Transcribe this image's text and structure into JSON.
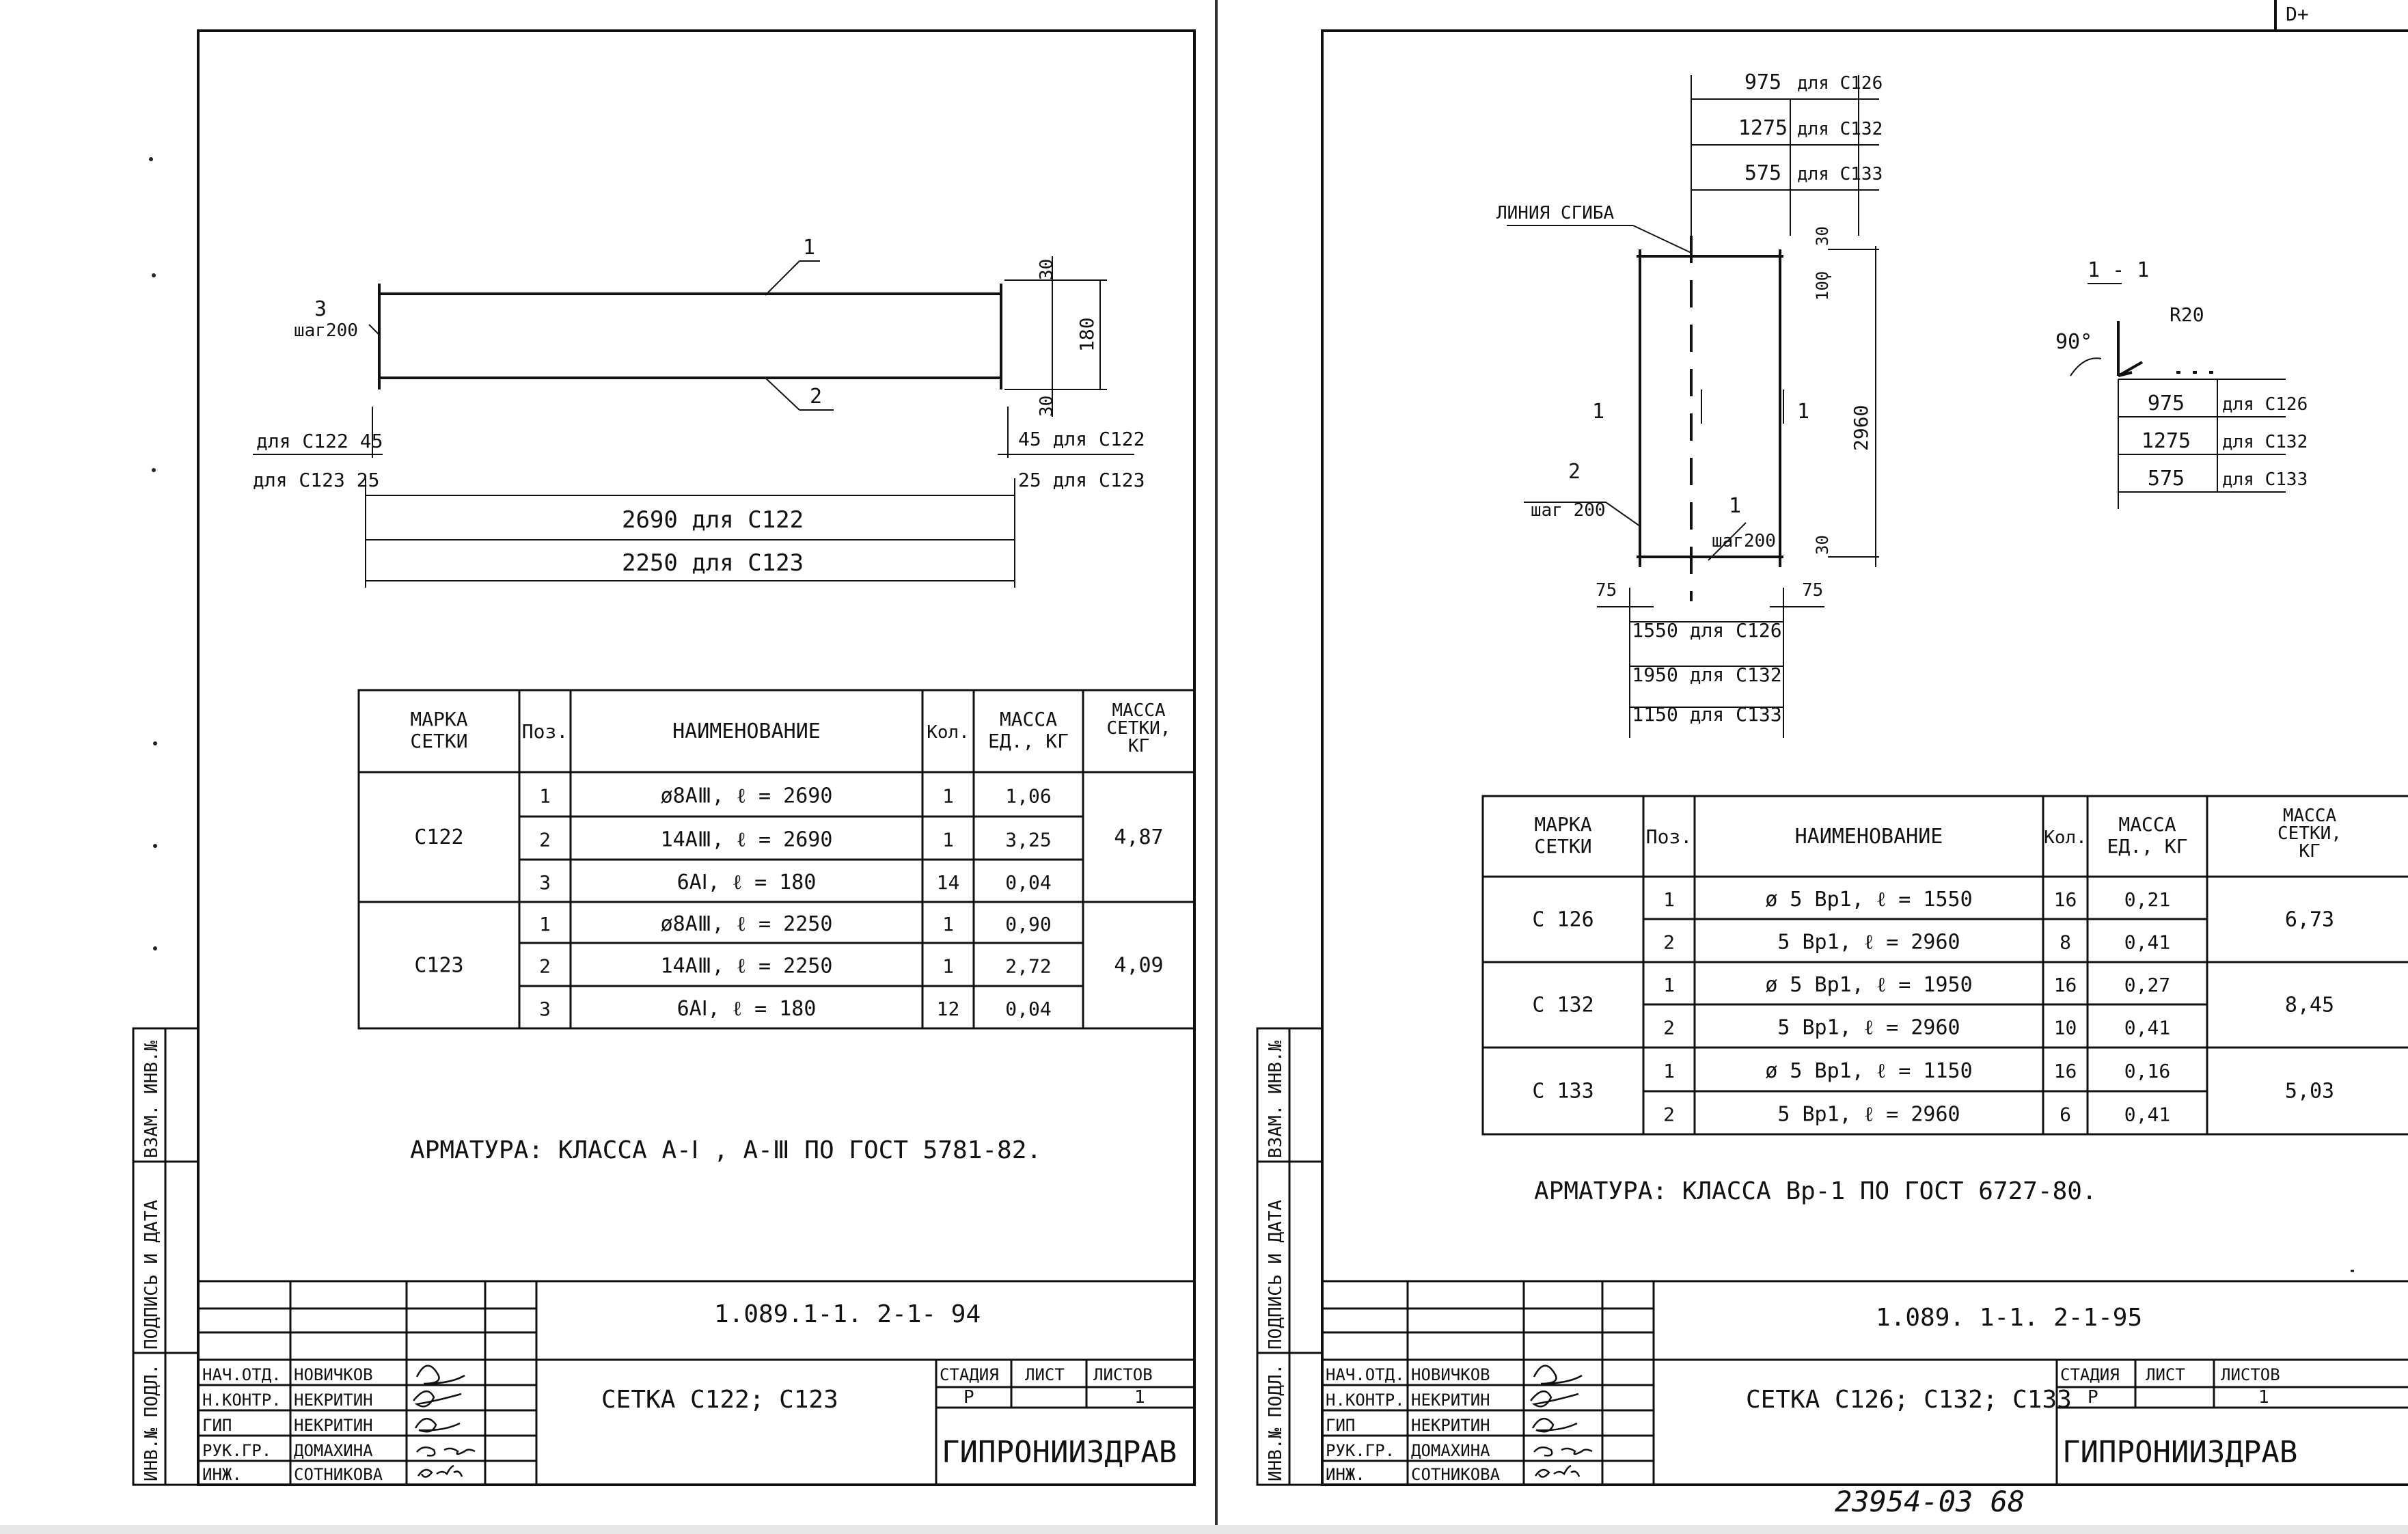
{
  "left_sheet": {
    "drawing": {
      "pos1": "1",
      "pos2": "2",
      "pos3": "3",
      "pos3_note": "шаг200",
      "dim_30_top": "30",
      "dim_30_bottom": "30",
      "dim_180": "180",
      "left_c122": "для С122  45",
      "left_c123": "для С123  25",
      "right_c122": "45 для С122",
      "right_c123": "25 для С123",
      "len_c122": "2690  для  С122",
      "len_c123": "2250  для  С123"
    },
    "table": {
      "headers": [
        "МАРКА\nСЕТКИ",
        "Поз.",
        "НАИМЕНОВАНИЕ",
        "Кол.",
        "МАССА\nЕД., КГ",
        "МАССА\nСЕТКИ,\nКГ"
      ],
      "groups": [
        {
          "mark": "С122",
          "total": "4,87",
          "rows": [
            {
              "pos": "1",
              "name": "ø8АⅢ,   ℓ = 2690",
              "qty": "1",
              "unit": "1,06"
            },
            {
              "pos": "2",
              "name": "14АⅢ,   ℓ = 2690",
              "qty": "1",
              "unit": "3,25"
            },
            {
              "pos": "3",
              "name": "6АⅠ,   ℓ = 180",
              "qty": "14",
              "unit": "0,04"
            }
          ]
        },
        {
          "mark": "С123",
          "total": "4,09",
          "rows": [
            {
              "pos": "1",
              "name": "ø8АⅢ,   ℓ = 2250",
              "qty": "1",
              "unit": "0,90"
            },
            {
              "pos": "2",
              "name": "14АⅢ,   ℓ = 2250",
              "qty": "1",
              "unit": "2,72"
            },
            {
              "pos": "3",
              "name": "6АⅠ,   ℓ = 180",
              "qty": "12",
              "unit": "0,04"
            }
          ]
        }
      ]
    },
    "note": "АРМАТУРА:  КЛАССА  А-Ⅰ ,  А-Ⅲ  ПО  ГОСТ  5781-82.",
    "title_block": {
      "doc_code": "1.089.1-1. 2-1- 94",
      "title": "СЕТКА  С122;  С123",
      "stage_label": "СТАДИЯ",
      "sheet_label": "ЛИСТ",
      "sheets_label": "ЛИСТОВ",
      "stage_value": "Р",
      "sheet_value": "",
      "sheets_value": "1",
      "org": "ГИПРОНИИЗДРАВ",
      "roles": [
        "НАЧ.ОТД.",
        "Н.КОНТР.",
        "ГИП",
        "РУК.ГР.",
        "ИНЖ."
      ],
      "names": [
        "НОВИЧКОВ",
        "НЕКРИТИН",
        "НЕКРИТИН",
        "ДОМАХИНА",
        "СОТНИКОВА"
      ]
    },
    "side_stamp": {
      "inv_orig": "ИНВ.№ ПОДЛ.",
      "sign_date": "ПОДПИСЬ И ДАТА",
      "inv_replace": "ВЗАМ. ИНВ.№"
    }
  },
  "right_sheet": {
    "corner_mark": "D+",
    "drawing": {
      "top_dims": [
        {
          "value": "975",
          "label": "для С126"
        },
        {
          "value": "1275",
          "label": "для С132"
        },
        {
          "value": "575",
          "label": "для С133"
        }
      ],
      "bend_line": "ЛИНИЯ  СГИБА",
      "pos1": "1",
      "pos1_note": "шаг200",
      "pos2": "2",
      "pos2_note": "шаг 200",
      "section_mark": "1",
      "dim_30_top": "30",
      "dim_100": "100",
      "dim_2960": "2960",
      "dim_30_bottom": "30",
      "dim_75_left": "75",
      "dim_75_right": "75",
      "bottom_dims": [
        "1550  для С126",
        "1950  для С132",
        "1150  для С133"
      ],
      "section_title": "1 - 1",
      "angle": "90°",
      "radius": "R20",
      "section_dims": [
        {
          "value": "975",
          "label": "для С126"
        },
        {
          "value": "1275",
          "label": "для С132"
        },
        {
          "value": "575",
          "label": "для С133"
        }
      ]
    },
    "table": {
      "headers": [
        "МАРКА\nСЕТКИ",
        "Поз.",
        "НАИМЕНОВАНИЕ",
        "Кол.",
        "МАССА\nЕД., КГ",
        "МАССА\nСЕТКИ,\nКГ"
      ],
      "groups": [
        {
          "mark": "С 126",
          "total": "6,73",
          "rows": [
            {
              "pos": "1",
              "name": "ø 5 Вр1,  ℓ = 1550",
              "qty": "16",
              "unit": "0,21"
            },
            {
              "pos": "2",
              "name": "5 Вр1,  ℓ = 2960",
              "qty": "8",
              "unit": "0,41"
            }
          ]
        },
        {
          "mark": "С 132",
          "total": "8,45",
          "rows": [
            {
              "pos": "1",
              "name": "ø 5 Вр1,  ℓ = 1950",
              "qty": "16",
              "unit": "0,27"
            },
            {
              "pos": "2",
              "name": "5 Вр1,  ℓ = 2960",
              "qty": "10",
              "unit": "0,41"
            }
          ]
        },
        {
          "mark": "С 133",
          "total": "5,03",
          "rows": [
            {
              "pos": "1",
              "name": "ø 5 Вр1,  ℓ = 1150",
              "qty": "16",
              "unit": "0,16"
            },
            {
              "pos": "2",
              "name": "5 Вр1,  ℓ = 2960",
              "qty": "6",
              "unit": "0,41"
            }
          ]
        }
      ]
    },
    "note": "АРМАТУРА:  КЛАССА  Вр-1  ПО  ГОСТ  6727-80.",
    "title_block": {
      "doc_code": "1.089. 1-1. 2-1-95",
      "title": "СЕТКА  С126; С132; С133",
      "stage_label": "СТАДИЯ",
      "sheet_label": "ЛИСТ",
      "sheets_label": "ЛИСТОВ",
      "stage_value": "Р",
      "sheet_value": "",
      "sheets_value": "1",
      "org": "ГИПРОНИИЗДРАВ",
      "roles": [
        "НАЧ.ОТД.",
        "Н.КОНТР.",
        "ГИП",
        "РУК.ГР.",
        "ИНЖ."
      ],
      "names": [
        "НОВИЧКОВ",
        "НЕКРИТИН",
        "НЕКРИТИН",
        "ДОМАХИНА",
        "СОТНИКОВА"
      ]
    },
    "side_stamp": {
      "inv_orig": "ИНВ.№ ПОДЛ.",
      "sign_date": "ПОДПИСЬ И ДАТА",
      "inv_replace": "ВЗАМ. ИНВ.№"
    },
    "archive_number": "23954-03   68"
  }
}
